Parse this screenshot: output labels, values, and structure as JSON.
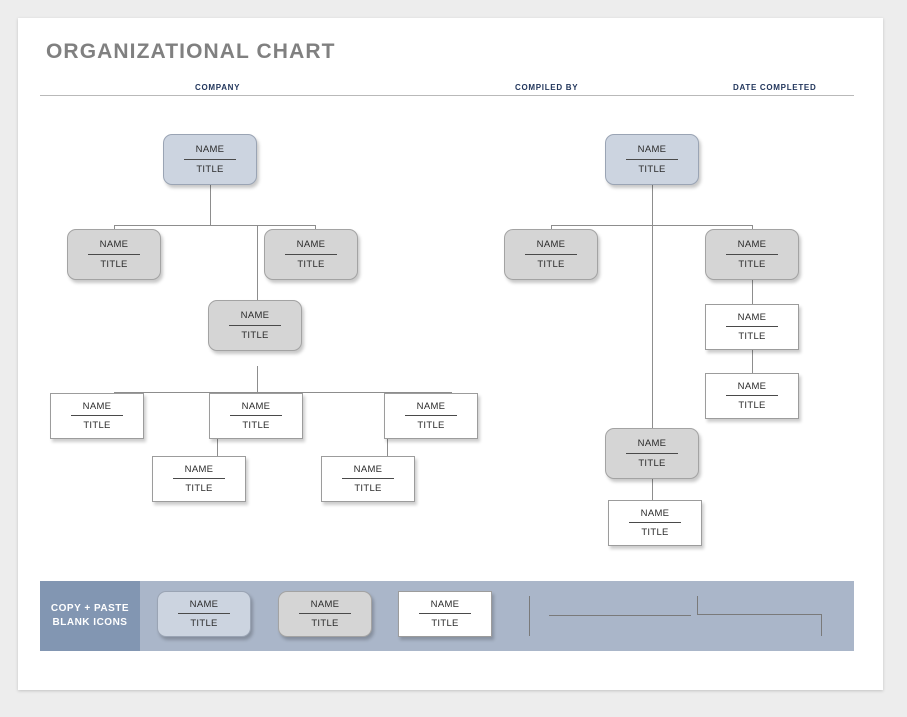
{
  "page": {
    "title": "ORGANIZATIONAL CHART",
    "title_color": "#808080",
    "background": "#ffffff",
    "canvas_background": "#ededed"
  },
  "header": {
    "fields": [
      {
        "label": "COMPANY"
      },
      {
        "label": "COMPILED BY"
      },
      {
        "label": "DATE COMPLETED"
      }
    ],
    "label_color": "#22365c"
  },
  "node_defaults": {
    "name": "NAME",
    "title": "TITLE"
  },
  "styles": {
    "blue_fill": "#ccd4e0",
    "gray_fill": "#d5d5d5",
    "white_fill": "#ffffff",
    "connector_color": "#8d8d8d",
    "legend_bar": "#aab6c9",
    "legend_panel": "#8296b2"
  },
  "chart_data": {
    "type": "diagram",
    "title": "ORGANIZATIONAL CHART",
    "diagram_kind": "organizational-chart-template",
    "note": "Blank template: every node is a placeholder reading NAME / TITLE",
    "trees": [
      {
        "id": "left-tree",
        "nodes": [
          {
            "id": "L1",
            "level": 1,
            "style": "blue",
            "name": "NAME",
            "title": "TITLE"
          },
          {
            "id": "L2a",
            "level": 2,
            "style": "gray",
            "name": "NAME",
            "title": "TITLE"
          },
          {
            "id": "L2b",
            "level": 2,
            "style": "gray",
            "name": "NAME",
            "title": "TITLE"
          },
          {
            "id": "L3",
            "level": 3,
            "style": "gray",
            "name": "NAME",
            "title": "TITLE"
          },
          {
            "id": "L4a",
            "level": 4,
            "style": "white",
            "name": "NAME",
            "title": "TITLE"
          },
          {
            "id": "L4b",
            "level": 4,
            "style": "white",
            "name": "NAME",
            "title": "TITLE"
          },
          {
            "id": "L4c",
            "level": 4,
            "style": "white",
            "name": "NAME",
            "title": "TITLE"
          },
          {
            "id": "L5a",
            "level": 5,
            "style": "white",
            "name": "NAME",
            "title": "TITLE"
          },
          {
            "id": "L5b",
            "level": 5,
            "style": "white",
            "name": "NAME",
            "title": "TITLE"
          }
        ],
        "edges": [
          {
            "from": "L1",
            "to": "L2a"
          },
          {
            "from": "L1",
            "to": "L2b"
          },
          {
            "from": "L1",
            "to": "L3"
          },
          {
            "from": "L3",
            "to": "L4a"
          },
          {
            "from": "L3",
            "to": "L4b"
          },
          {
            "from": "L3",
            "to": "L4c"
          },
          {
            "from": "L3",
            "to": "L5a"
          },
          {
            "from": "L3",
            "to": "L5b"
          }
        ]
      },
      {
        "id": "right-tree",
        "nodes": [
          {
            "id": "R1",
            "level": 1,
            "style": "blue",
            "name": "NAME",
            "title": "TITLE"
          },
          {
            "id": "R2a",
            "level": 2,
            "style": "gray",
            "name": "NAME",
            "title": "TITLE"
          },
          {
            "id": "R2b",
            "level": 2,
            "style": "gray",
            "name": "NAME",
            "title": "TITLE"
          },
          {
            "id": "R3",
            "level": 3,
            "style": "white",
            "name": "NAME",
            "title": "TITLE"
          },
          {
            "id": "R4",
            "level": 4,
            "style": "white",
            "name": "NAME",
            "title": "TITLE"
          },
          {
            "id": "R5",
            "level": 3,
            "style": "gray",
            "name": "NAME",
            "title": "TITLE"
          },
          {
            "id": "R6",
            "level": 4,
            "style": "white",
            "name": "NAME",
            "title": "TITLE"
          }
        ],
        "edges": [
          {
            "from": "R1",
            "to": "R2a"
          },
          {
            "from": "R1",
            "to": "R2b"
          },
          {
            "from": "R1",
            "to": "R5"
          },
          {
            "from": "R2b",
            "to": "R3"
          },
          {
            "from": "R3",
            "to": "R4"
          },
          {
            "from": "R5",
            "to": "R6"
          }
        ]
      }
    ]
  },
  "legend": {
    "panel_line1": "COPY + PASTE",
    "panel_line2": "BLANK ICONS",
    "samples": [
      {
        "style": "blue",
        "name": "NAME",
        "title": "TITLE"
      },
      {
        "style": "gray",
        "name": "NAME",
        "title": "TITLE"
      },
      {
        "style": "white",
        "name": "NAME",
        "title": "TITLE"
      }
    ],
    "line_samples": [
      {
        "kind": "vertical-line"
      },
      {
        "kind": "horizontal-line"
      },
      {
        "kind": "elbow-connector"
      }
    ]
  }
}
